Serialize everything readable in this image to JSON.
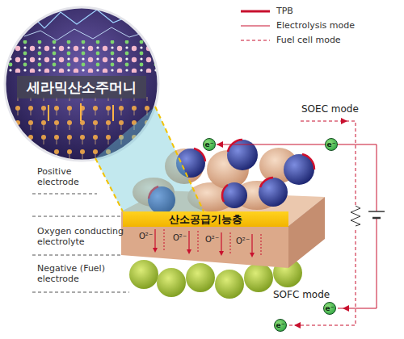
{
  "diagram": {
    "nodes": [
      {
        "text": [
          "세라믹산소주머니"
        ]
      },
      {
        "text": [
          "e⁻"
        ]
      },
      {
        "text": [
          "e⁻"
        ]
      },
      {
        "text": [
          "산소공급기능층"
        ]
      },
      {
        "text": [
          "e⁻"
        ]
      },
      {
        "text": [
          "e⁻"
        ]
      }
    ],
    "labels": [
      "SOEC mode",
      "Positive electrode",
      "Oxygen conducting electrolyte",
      "Negative (Fuel) electrode",
      "O²⁻",
      "O²⁻",
      "O²⁻",
      "O²⁻",
      "SOFC mode"
    ],
    "legend": [
      {
        "text": "TPB"
      },
      {
        "text": "Electrolysis mode"
      },
      {
        "text": "Fuel cell mode"
      }
    ]
  }
}
